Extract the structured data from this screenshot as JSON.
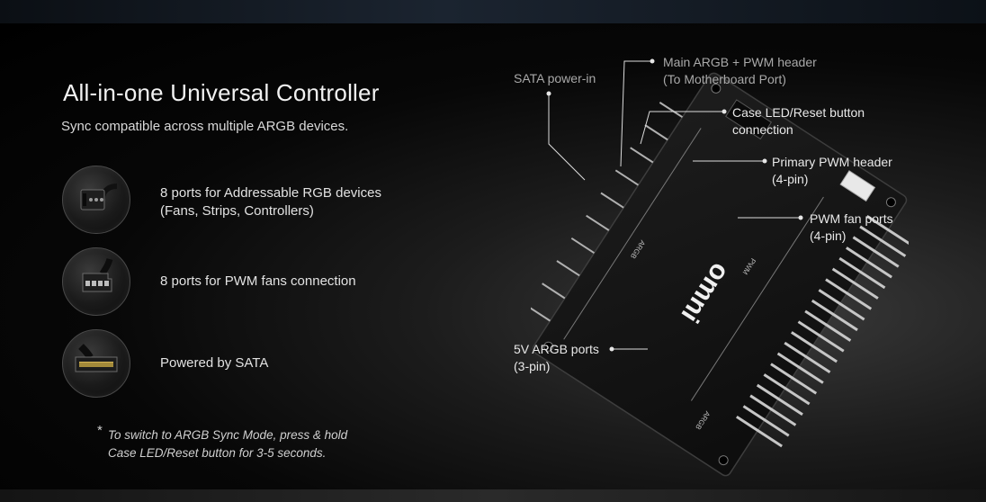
{
  "hero": {
    "title": "All-in-one Universal Controller",
    "subtitle": "Sync compatible across multiple ARGB devices."
  },
  "features": [
    {
      "icon": "argb-connector-icon",
      "line1": "8 ports for Addressable RGB devices",
      "line2": "(Fans, Strips, Controllers)"
    },
    {
      "icon": "pwm-fan-connector-icon",
      "line1": "8 ports for PWM fans connection",
      "line2": ""
    },
    {
      "icon": "sata-connector-icon",
      "line1": "Powered by SATA",
      "line2": ""
    }
  ],
  "note": {
    "star": "*",
    "line1": "To switch to ARGB Sync Mode, press & hold",
    "line2": "Case LED/Reset button for 3-5 seconds."
  },
  "callouts": {
    "sata": {
      "line1": "SATA power-in",
      "line2": ""
    },
    "main_header": {
      "line1": "Main ARGB + PWM header",
      "line2": "(To Motherboard Port)"
    },
    "case_led": {
      "line1": "Case LED/Reset button",
      "line2": "connection"
    },
    "primary_pwm": {
      "line1": "Primary PWM header",
      "line2": "(4-pin)"
    },
    "pwm_fan": {
      "line1": "PWM fan ports",
      "line2": "(4-pin)"
    },
    "argb_ports": {
      "line1": "5V ARGB ports",
      "line2": "(3-pin)"
    }
  },
  "board": {
    "logo": "omni",
    "silk_pwm": "PWM",
    "silk_argb": "ARGB",
    "silk_argb_2": "ARGB"
  },
  "colors": {
    "background": "#000000",
    "board": "#151515",
    "pins": "#bfbfbf",
    "text": "#e6e6e6"
  }
}
